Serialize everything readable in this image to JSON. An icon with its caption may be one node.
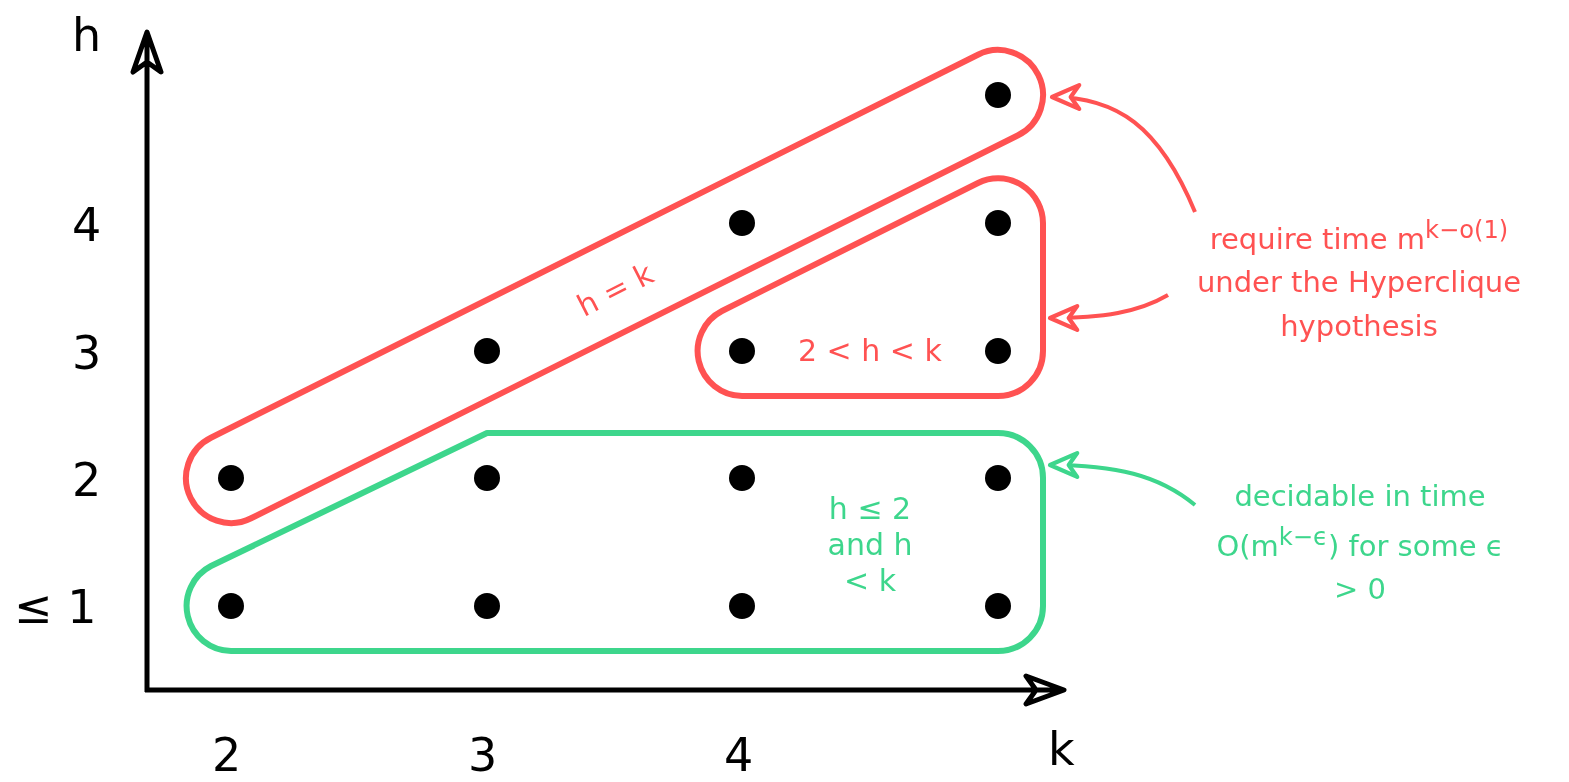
{
  "diagram": {
    "nodes": [
      {
        "text": [
          "h = k"
        ]
      },
      {
        "text": [
          "2 < h < k"
        ]
      },
      {
        "text": [
          "h ≤ 2 and h < k"
        ]
      },
      {
        "text": [
          "require time m$^{k−o(1)}$ under the Hyperclique hypothesis"
        ]
      },
      {
        "text": [
          "decidable in time O(m$^{k−ϵ}$) for some ϵ > 0"
        ]
      }
    ],
    "edges": [
      {
        "from": 3,
        "to": 0,
        "arrow": "to"
      },
      {
        "from": 3,
        "to": 1,
        "arrow": "to"
      },
      {
        "from": 4,
        "to": 2,
        "arrow": "to",
        "color": "#3dd68c"
      }
    ],
    "labels": [
      "h",
      "4",
      "3",
      "2",
      "≤ 1",
      "2",
      "3",
      "4",
      "k"
    ]
  }
}
